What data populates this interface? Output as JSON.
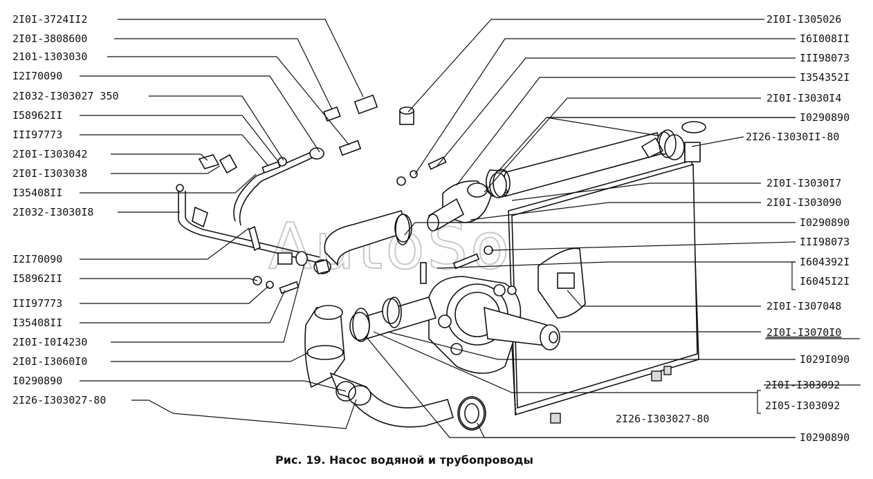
{
  "figure": {
    "caption": "Рис. 19. Насос водяной и трубопроводы",
    "watermark": "AutoSoft"
  },
  "left_labels": [
    {
      "id": "l1",
      "text": "2I0I-3724II2"
    },
    {
      "id": "l2",
      "text": "2I0I-3808600"
    },
    {
      "id": "l3",
      "text": "2101-1303030"
    },
    {
      "id": "l4",
      "text": "I2I70090"
    },
    {
      "id": "l5",
      "text": "2I032-I303027 350"
    },
    {
      "id": "l6",
      "text": "I58962II"
    },
    {
      "id": "l7",
      "text": "III97773"
    },
    {
      "id": "l8",
      "text": "2I0I-I303042"
    },
    {
      "id": "l9",
      "text": "2I0I-I303038"
    },
    {
      "id": "l10",
      "text": "I35408II"
    },
    {
      "id": "l11",
      "text": "2I032-I3030I8"
    },
    {
      "id": "l12",
      "text": "I2I70090"
    },
    {
      "id": "l13",
      "text": "I58962II"
    },
    {
      "id": "l14",
      "text": "III97773"
    },
    {
      "id": "l15",
      "text": "I35408II"
    },
    {
      "id": "l16",
      "text": "2I0I-I0I4230"
    },
    {
      "id": "l17",
      "text": "2I0I-I3060I0"
    },
    {
      "id": "l18",
      "text": "I0290890"
    },
    {
      "id": "l19",
      "text": "2I26-I303027-80"
    }
  ],
  "right_labels": [
    {
      "id": "r1",
      "text": "2I0I-I305026"
    },
    {
      "id": "r2",
      "text": "I6I008II"
    },
    {
      "id": "r3",
      "text": "III98073"
    },
    {
      "id": "r4",
      "text": "I354352I"
    },
    {
      "id": "r5",
      "text": "2I0I-I3030I4"
    },
    {
      "id": "r6",
      "text": "I0290890"
    },
    {
      "id": "r7",
      "text": "2I26-I3030II-80"
    },
    {
      "id": "r8",
      "text": "2I0I-I3030I7"
    },
    {
      "id": "r9",
      "text": "2I0I-I303090"
    },
    {
      "id": "r10",
      "text": "I0290890"
    },
    {
      "id": "r11",
      "text": "III98073"
    },
    {
      "id": "r12",
      "text": "I604392I"
    },
    {
      "id": "r13",
      "text": "I6045I2I"
    },
    {
      "id": "r14",
      "text": "2I0I-I307048"
    },
    {
      "id": "r15",
      "text": "2I0I-I3070I0"
    },
    {
      "id": "r16",
      "text": "I029I090"
    },
    {
      "id": "r17",
      "text": "2I0I-I303092"
    },
    {
      "id": "r18",
      "text": "2I05-I303092"
    },
    {
      "id": "r19",
      "text": "I0290890"
    }
  ],
  "inner_label": {
    "text": "2I26-I303027-80"
  }
}
